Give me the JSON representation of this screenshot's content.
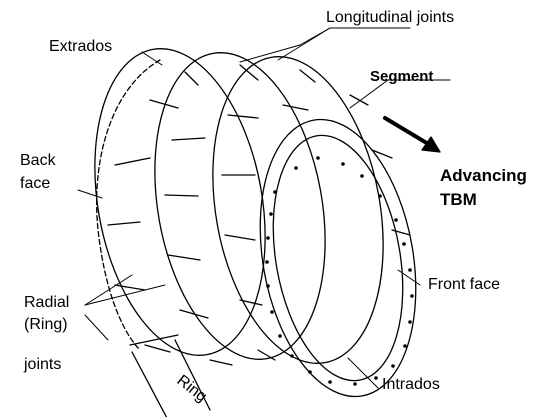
{
  "labels": {
    "longitudinal_joints": "Longitudinal joints",
    "extrados": "Extrados",
    "segment": "Segment",
    "back_face_1": "Back",
    "back_face_2": "face",
    "advancing_1": "Advancing",
    "advancing_2": "TBM",
    "front_face": "Front face",
    "radial_1": "Radial",
    "radial_2": "(Ring)",
    "joints": "joints",
    "ring": "Ring",
    "intrados": "Intrados"
  }
}
